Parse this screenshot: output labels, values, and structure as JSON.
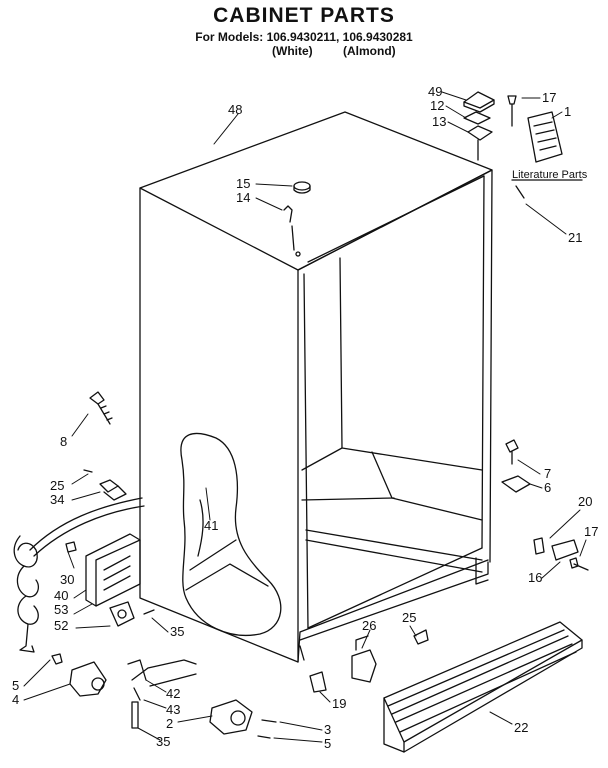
{
  "title": "CABINET PARTS",
  "models_line": "For Models: 106.9430211, 106.9430281",
  "color_white": "(White)",
  "color_almond": "(Almond)",
  "literature_label": "Literature Parts",
  "callouts": [
    "48",
    "49",
    "12",
    "13",
    "17",
    "1",
    "15",
    "14",
    "21",
    "8",
    "7",
    "6",
    "25",
    "34",
    "41",
    "20",
    "17",
    "16",
    "30",
    "40",
    "53",
    "52",
    "35",
    "25",
    "26",
    "5",
    "4",
    "42",
    "43",
    "19",
    "2",
    "3",
    "5",
    "35",
    "22"
  ]
}
